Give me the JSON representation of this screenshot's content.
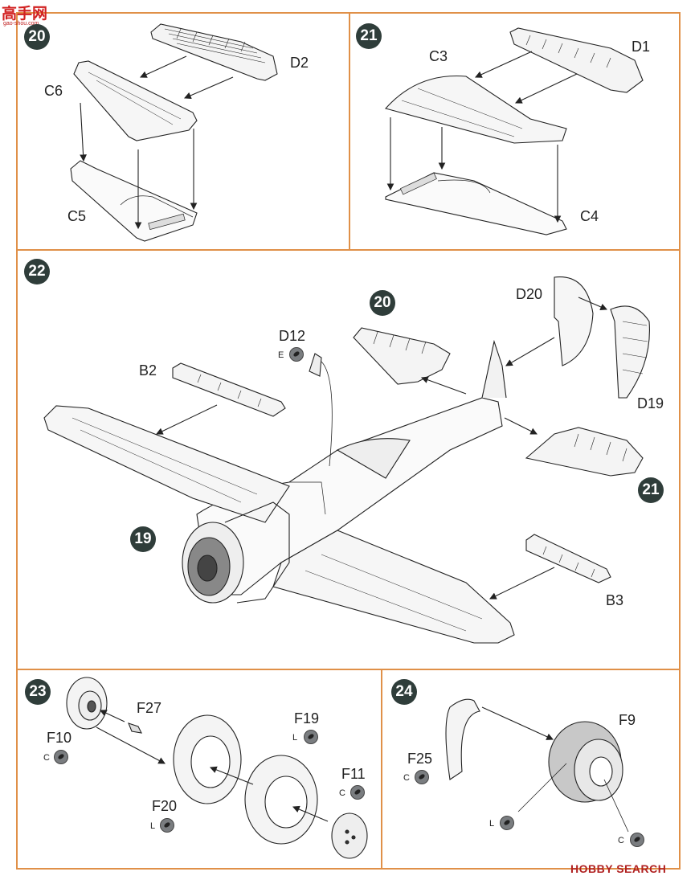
{
  "watermark_top": {
    "logo_text": "高手网",
    "url": "gao-shou.com"
  },
  "watermark_bottom": {
    "text": "HOBBY SEARCH"
  },
  "steps": {
    "s20": {
      "number": "20",
      "parts": {
        "D2": "D2",
        "C6": "C6",
        "C5": "C5"
      }
    },
    "s21": {
      "number": "21",
      "parts": {
        "C3": "C3",
        "D1": "D1",
        "C4": "C4"
      }
    },
    "s22": {
      "number": "22",
      "sub20": "20",
      "sub21": "21",
      "sub19": "19",
      "parts": {
        "D12": "D12",
        "D12_paint": "E",
        "B2": "B2",
        "D20": "D20",
        "D19": "D19",
        "B3": "B3"
      }
    },
    "s23": {
      "number": "23",
      "parts": {
        "F27": "F27",
        "F10": "F10",
        "F10_paint": "C",
        "F19": "F19",
        "F19_paint": "L",
        "F11": "F11",
        "F11_paint": "C",
        "F20": "F20",
        "F20_paint": "L"
      }
    },
    "s24": {
      "number": "24",
      "parts": {
        "F25": "F25",
        "F25_paint": "C",
        "F9": "F9",
        "L_paint": "L",
        "C_paint": "C"
      }
    }
  }
}
